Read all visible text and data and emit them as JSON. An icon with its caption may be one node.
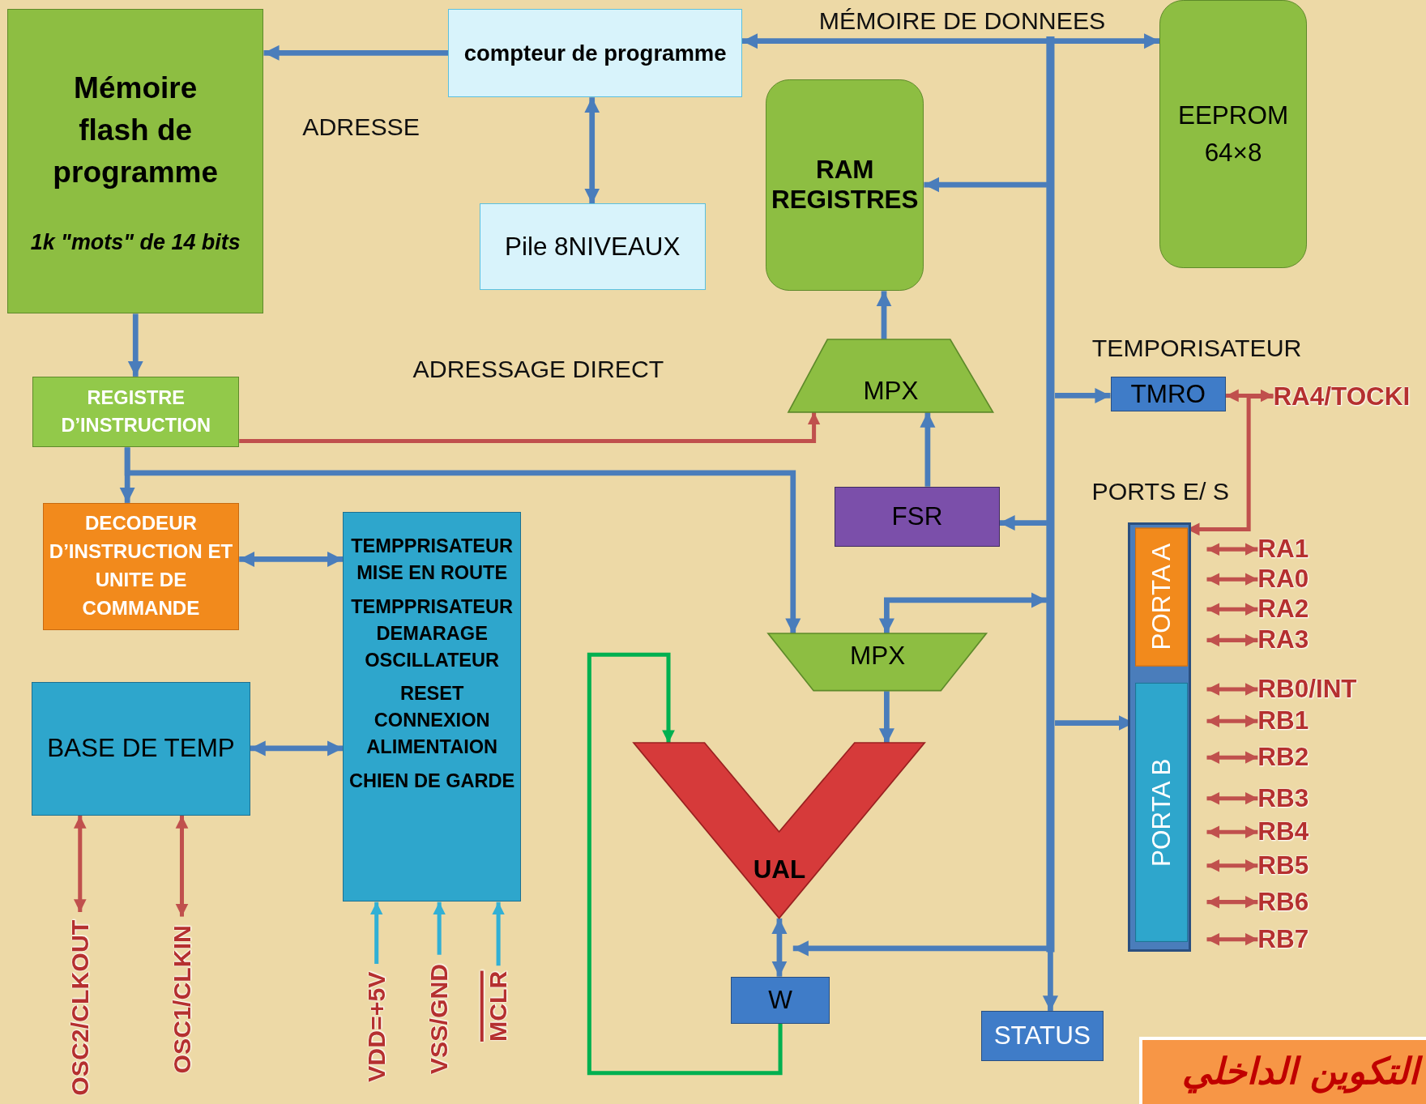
{
  "diagram": {
    "title": "التكوين الداخلي",
    "nodes": [
      {
        "text": [
          "Mémoire flash de programme",
          "1k \"mots\" de 14 bits"
        ]
      },
      {
        "text": [
          "compteur de programme"
        ]
      },
      {
        "text": [
          "EEPROM 64×8"
        ]
      },
      {
        "text": [
          "RAM REGISTRES"
        ]
      },
      {
        "text": [
          "Pile 8NIVEAUX"
        ]
      },
      {
        "text": [
          "MPX"
        ]
      },
      {
        "text": [
          "TMRO"
        ]
      },
      {
        "text": [
          "RA4/TOCKI"
        ]
      },
      {
        "text": [
          "REGISTRE D’INSTRUCTION"
        ]
      },
      {
        "text": [
          "FSR"
        ]
      },
      {
        "text": [],
        "shape": "box"
      },
      {
        "text": [
          "PORTA A"
        ],
        "in": 10
      },
      {
        "text": [
          "PORTA B"
        ],
        "in": 10
      },
      {
        "text": [
          "RA1"
        ]
      },
      {
        "text": [
          "RA0"
        ]
      },
      {
        "text": [
          "RA2"
        ]
      },
      {
        "text": [
          "RA3"
        ]
      },
      {
        "text": [
          "RB0/INT"
        ]
      },
      {
        "text": [
          "RB1"
        ]
      },
      {
        "text": [
          "RB2"
        ]
      },
      {
        "text": [
          "RB3"
        ]
      },
      {
        "text": [
          "RB4"
        ]
      },
      {
        "text": [
          "RB5"
        ]
      },
      {
        "text": [
          "RB6"
        ]
      },
      {
        "text": [
          "RB7"
        ]
      },
      {
        "text": [
          "DECODEUR D’INSTRUCTION ET UNITE DE COMMANDE"
        ]
      },
      {
        "text": [
          "TEMPPRISATEUR MISE EN ROUTE",
          "TEMPPRISATEUR DEMARAGE OSCILLATEUR",
          "RESET CONNEXION ALIMENTAION",
          "CHIEN DE GARDE"
        ]
      },
      {
        "text": [
          "MPX"
        ]
      },
      {
        "text": [
          "BASE DE TEMP"
        ]
      },
      {
        "text": [
          "UAL"
        ]
      },
      {
        "text": [
          "W"
        ]
      },
      {
        "text": [
          "STATUS"
        ]
      },
      {
        "text": [
          "OSC2/CLKOUT"
        ]
      },
      {
        "text": [
          "OSC1/CLKIN"
        ]
      },
      {
        "text": [
          "VDD=+5V"
        ]
      },
      {
        "text": [
          "VSS/GND"
        ]
      },
      {
        "text": [
          "MCLR"
        ]
      }
    ],
    "edges": [
      {
        "from": 1,
        "to": 0,
        "arrow": "to"
      },
      {
        "from": 1,
        "to": 2,
        "arrow": "both"
      },
      {
        "from": 1,
        "to": 4,
        "arrow": "both"
      },
      {
        "from": 0,
        "to": 8,
        "arrow": "to"
      },
      {
        "from": 8,
        "to": 5,
        "arrow": "to",
        "color": "#c0504d"
      },
      {
        "from": 8,
        "to": 25,
        "arrow": "to"
      },
      {
        "from": 8,
        "to": 27,
        "arrow": "to"
      },
      {
        "from": 5,
        "to": 3,
        "arrow": "to"
      },
      {
        "from": 9,
        "to": 5,
        "arrow": "to"
      },
      {
        "from": null,
        "to": 3,
        "arrow": "to"
      },
      {
        "from": null,
        "to": 6,
        "arrow": "to"
      },
      {
        "from": 6,
        "to": 7,
        "arrow": "both",
        "color": "#c0504d"
      },
      {
        "from": 7,
        "to": 11,
        "arrow": "to",
        "color": "#c0504d"
      },
      {
        "from": null,
        "to": 9,
        "arrow": "to"
      },
      {
        "from": null,
        "to": 27,
        "arrow": "both"
      },
      {
        "from": null,
        "to": 12,
        "arrow": "to"
      },
      {
        "from": 11,
        "to": 13,
        "arrow": "both",
        "color": "#c0504d"
      },
      {
        "from": 11,
        "to": 14,
        "arrow": "both",
        "color": "#c0504d"
      },
      {
        "from": 11,
        "to": 15,
        "arrow": "both",
        "color": "#c0504d"
      },
      {
        "from": 11,
        "to": 16,
        "arrow": "both",
        "color": "#c0504d"
      },
      {
        "from": 12,
        "to": 17,
        "arrow": "both",
        "color": "#c0504d"
      },
      {
        "from": 12,
        "to": 18,
        "arrow": "both",
        "color": "#c0504d"
      },
      {
        "from": 12,
        "to": 19,
        "arrow": "both",
        "color": "#c0504d"
      },
      {
        "from": 12,
        "to": 20,
        "arrow": "both",
        "color": "#c0504d"
      },
      {
        "from": 12,
        "to": 21,
        "arrow": "both",
        "color": "#c0504d"
      },
      {
        "from": 12,
        "to": 22,
        "arrow": "both",
        "color": "#c0504d"
      },
      {
        "from": 12,
        "to": 23,
        "arrow": "both",
        "color": "#c0504d"
      },
      {
        "from": 12,
        "to": 24,
        "arrow": "both",
        "color": "#c0504d"
      },
      {
        "from": 25,
        "to": 26,
        "arrow": "both"
      },
      {
        "from": 28,
        "to": 26,
        "arrow": "both"
      },
      {
        "from": 28,
        "to": 32,
        "arrow": "both",
        "color": "#c0504d"
      },
      {
        "from": 28,
        "to": 33,
        "arrow": "both",
        "color": "#c0504d"
      },
      {
        "from": 34,
        "to": 26,
        "arrow": "to",
        "color": "#31b0d5"
      },
      {
        "from": 35,
        "to": 26,
        "arrow": "to",
        "color": "#31b0d5"
      },
      {
        "from": 36,
        "to": 26,
        "arrow": "to",
        "color": "#31b0d5"
      },
      {
        "from": 27,
        "to": 29,
        "arrow": "to"
      },
      {
        "from": 29,
        "to": 30,
        "arrow": "both"
      },
      {
        "from": null,
        "to": 29,
        "arrow": "to"
      },
      {
        "from": 30,
        "to": 29,
        "arrow": "to",
        "color": "#00b050"
      },
      {
        "from": null,
        "to": 31,
        "arrow": "to"
      }
    ],
    "labels": [
      "MÉMOIRE DE DONNEES",
      "ADRESSE",
      "TEMPORISATEUR",
      "ADRESSAGE DIRECT",
      "PORTS E/ S"
    ]
  }
}
